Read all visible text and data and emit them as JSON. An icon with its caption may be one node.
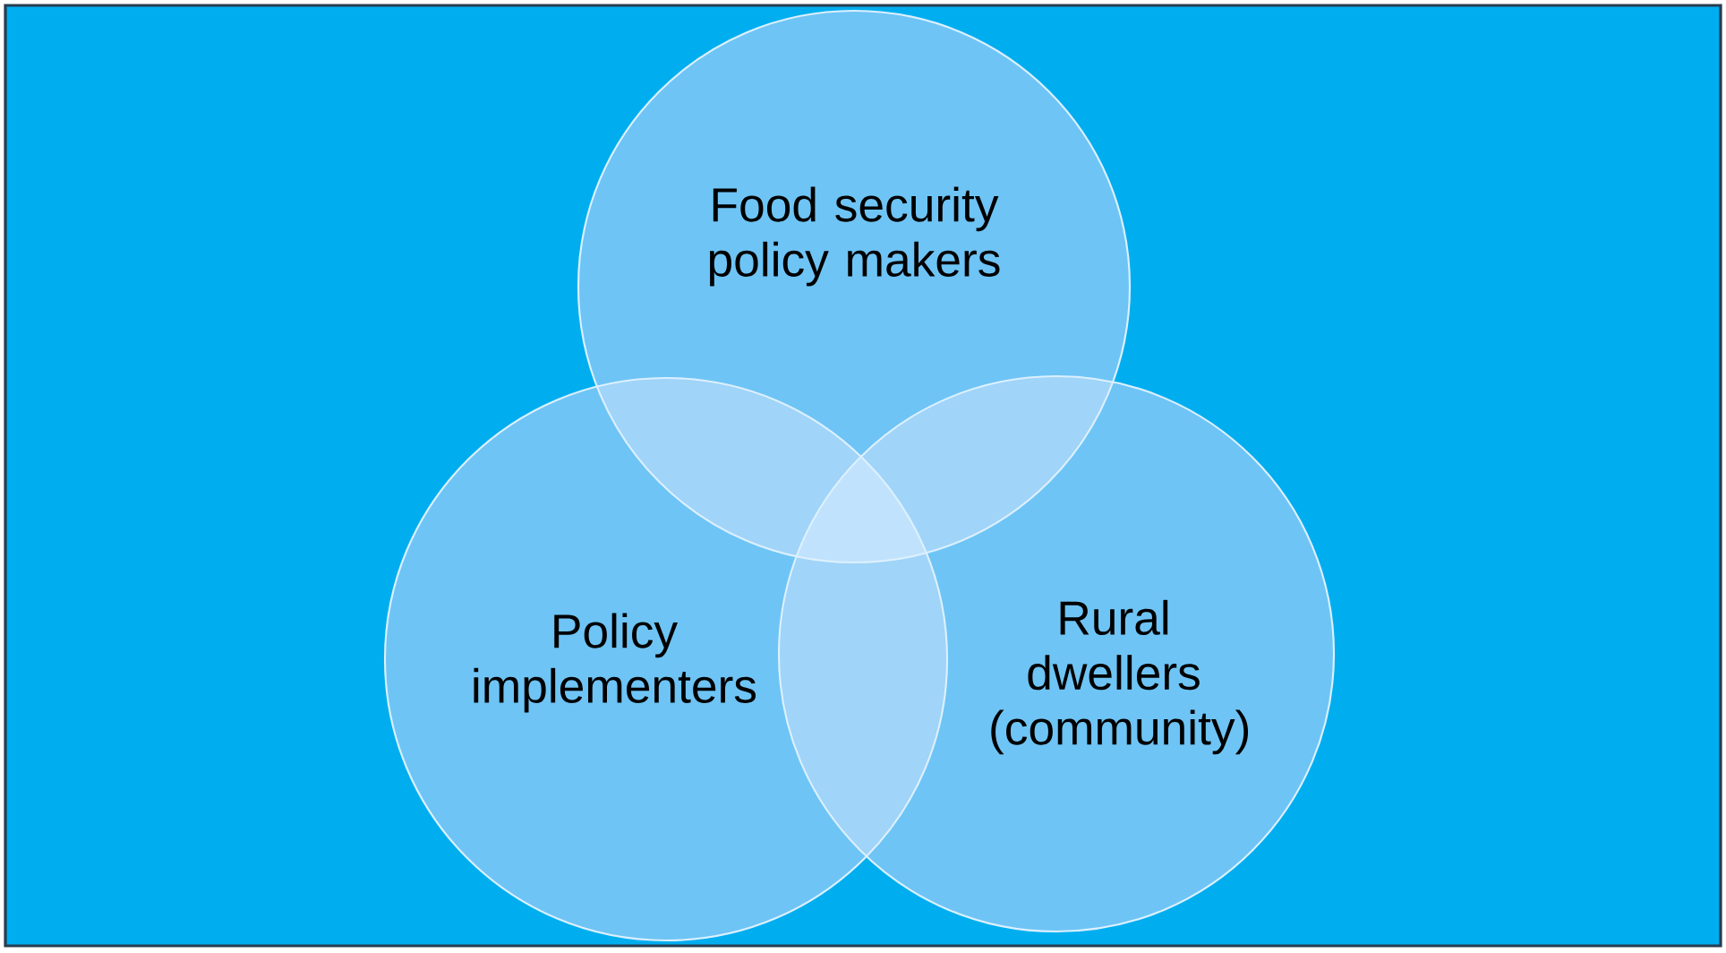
{
  "diagram": {
    "nodes": [
      {
        "text": [
          "Food security policy makers"
        ]
      },
      {
        "text": [
          "Policy implementers"
        ]
      },
      {
        "text": [
          "Rural dwellers (community)"
        ]
      }
    ]
  }
}
